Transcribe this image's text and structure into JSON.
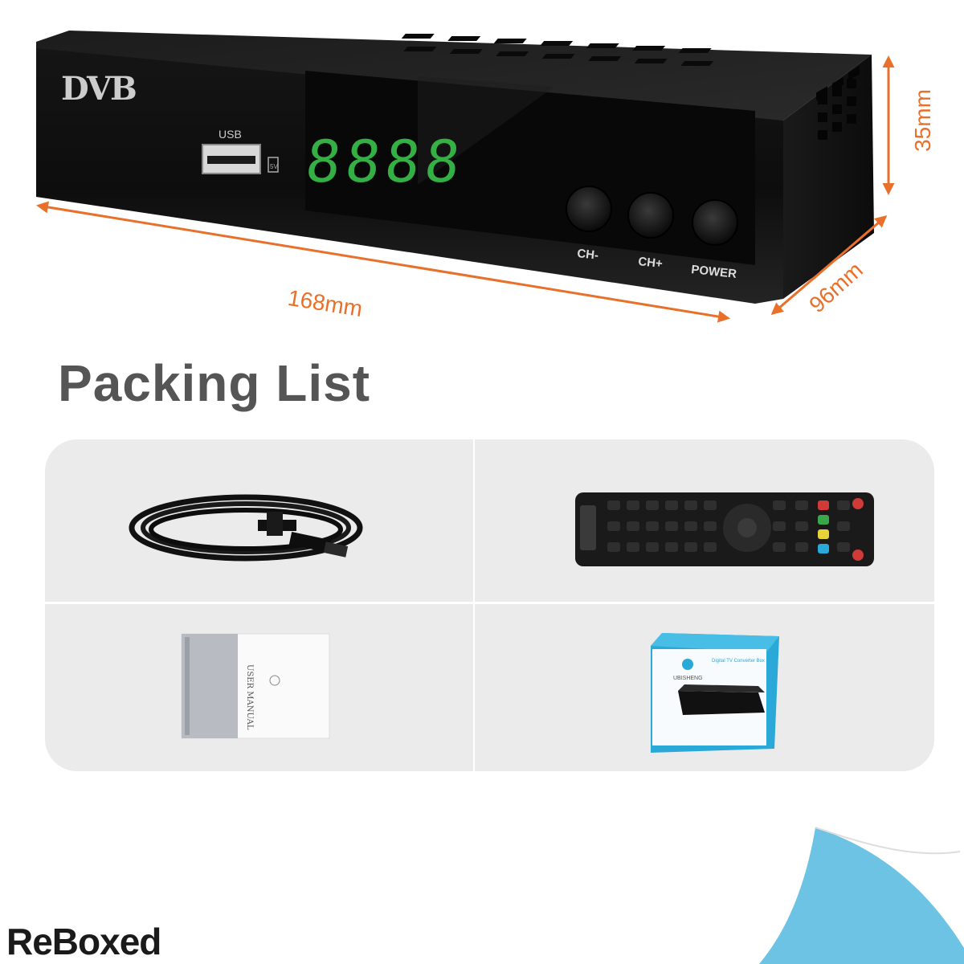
{
  "device": {
    "logo": "DVB",
    "usb_label": "USB",
    "usb_tag": "5V",
    "display_digits": "8888",
    "buttons": [
      "CH-",
      "CH+",
      "POWER"
    ]
  },
  "dimensions": {
    "length": "168mm",
    "height": "35mm",
    "depth": "96mm"
  },
  "section_title": "Packing List",
  "packing_items": [
    {
      "name": "cable"
    },
    {
      "name": "remote-control"
    },
    {
      "name": "user-manual",
      "text": "USER MANUAL"
    },
    {
      "name": "product-box",
      "brand": "UBISHENG",
      "text": "Digital TV Converter Box"
    }
  ],
  "brand_watermark": "ReBoxed",
  "colors": {
    "accent": "#e8702a",
    "panel_bg": "#ebebeb",
    "led": "#39c24a",
    "box_blue": "#2aa9d8"
  }
}
